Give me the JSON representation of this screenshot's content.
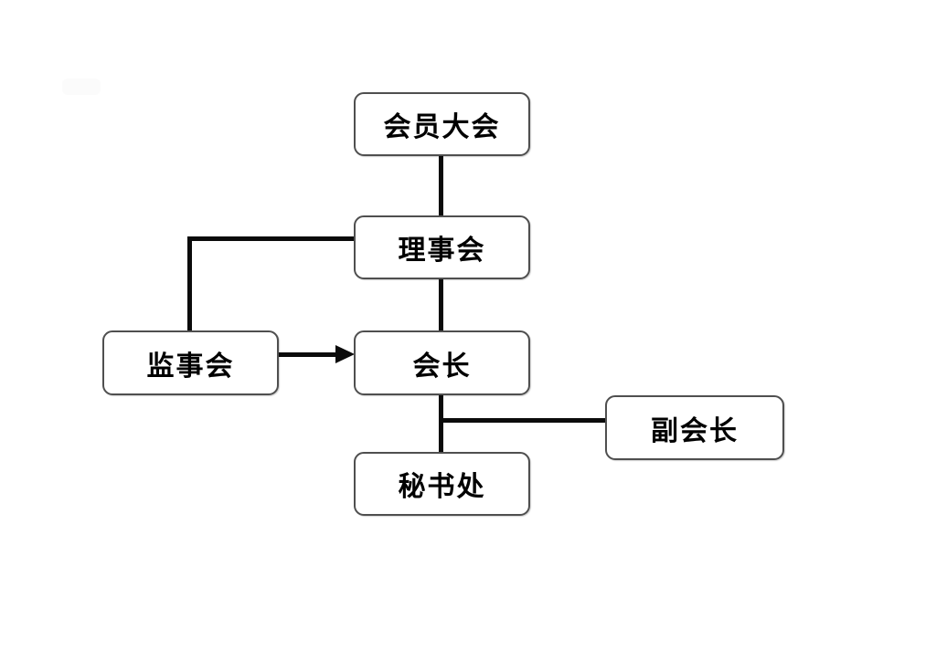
{
  "diagram": {
    "type": "org-chart",
    "background_color": "#ffffff",
    "box_fill_color": "#ffffff",
    "box_border_color": "#4f4f4f",
    "connector_color": "#0b0b0b",
    "text_color": "#000000",
    "nodes": [
      {
        "id": "members-assembly",
        "label": "会员大会"
      },
      {
        "id": "council",
        "label": "理事会"
      },
      {
        "id": "supervisory-board",
        "label": "监事会"
      },
      {
        "id": "president",
        "label": "会长"
      },
      {
        "id": "vice-president",
        "label": "副会长"
      },
      {
        "id": "secretariat",
        "label": "秘书处"
      }
    ],
    "edges": [
      {
        "from": "会员大会",
        "to": "理事会",
        "type": "line"
      },
      {
        "from": "理事会",
        "to": "会长",
        "type": "line"
      },
      {
        "from": "理事会",
        "to": "监事会",
        "type": "elbow-line"
      },
      {
        "from": "监事会",
        "to": "会长",
        "type": "arrow"
      },
      {
        "from": "会长",
        "to": "秘书处",
        "type": "line"
      },
      {
        "from": "会长",
        "to": "副会长",
        "type": "branch-line"
      }
    ]
  }
}
